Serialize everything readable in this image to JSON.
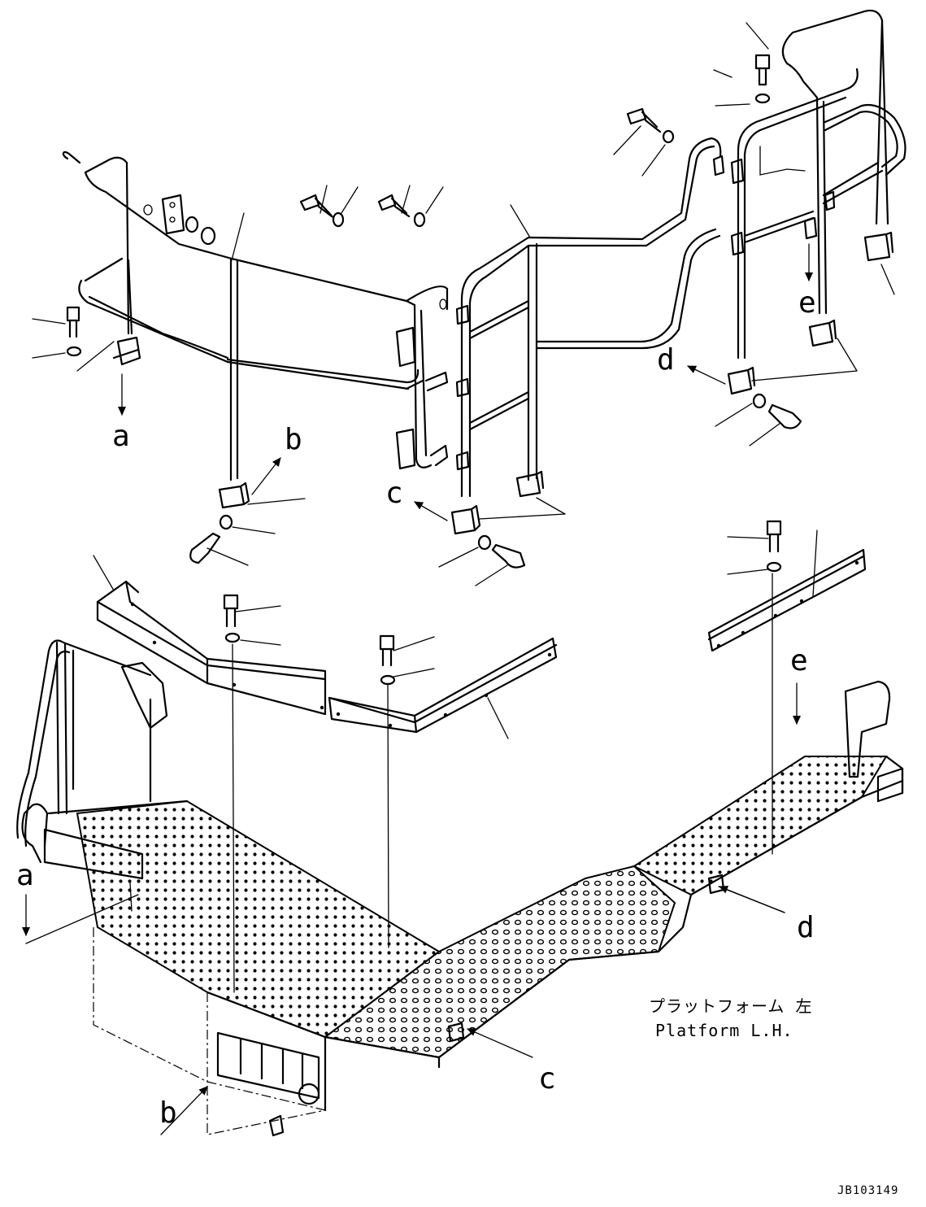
{
  "callouts": {
    "a": "a",
    "b": "b",
    "c": "c",
    "d": "d",
    "e": "e"
  },
  "caption": {
    "jp": "プラットフォーム 左",
    "en": "Platform L.H."
  },
  "drawing_code": "JB103149"
}
